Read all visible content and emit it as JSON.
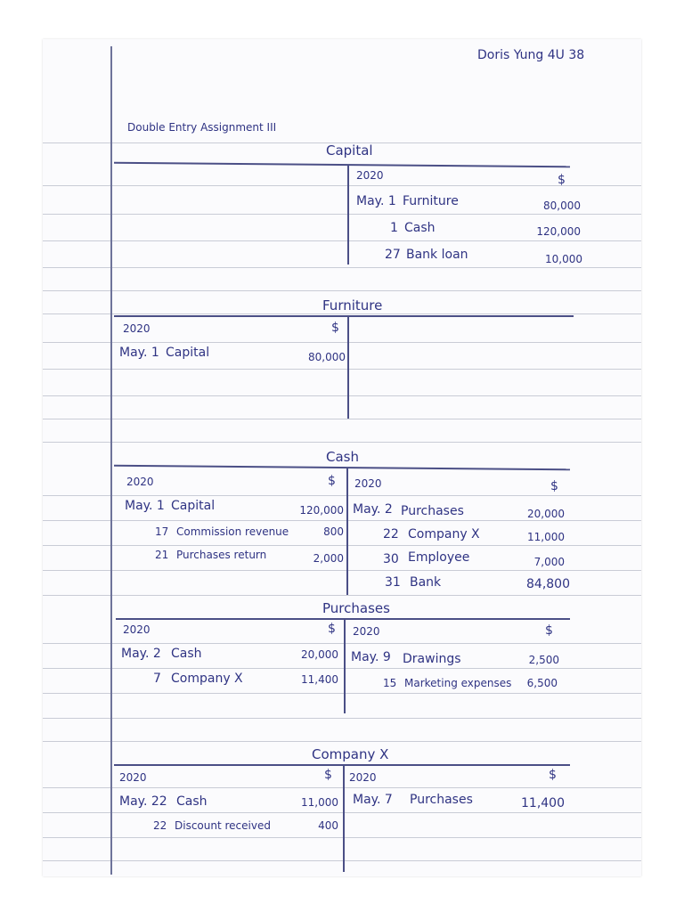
{
  "header": {
    "student": "Doris Yung 4U 38",
    "assignment": "Double Entry Assignment III"
  },
  "accounts": {
    "capital": {
      "title": "Capital",
      "credit": {
        "year": "2020",
        "currency": "$",
        "rows": [
          {
            "date": "May. 1",
            "desc": "Furniture",
            "amount": "80,000"
          },
          {
            "date": "1",
            "desc": "Cash",
            "amount": "120,000"
          },
          {
            "date": "27",
            "desc": "Bank loan",
            "amount": "10,000"
          }
        ]
      }
    },
    "furniture": {
      "title": "Furniture",
      "debit": {
        "year": "2020",
        "currency": "$",
        "rows": [
          {
            "date": "May. 1",
            "desc": "Capital",
            "amount": "80,000"
          }
        ]
      }
    },
    "cash": {
      "title": "Cash",
      "debit": {
        "year": "2020",
        "currency": "$",
        "rows": [
          {
            "date": "May. 1",
            "desc": "Capital",
            "amount": "120,000"
          },
          {
            "date": "17",
            "desc": "Commission revenue",
            "amount": "800"
          },
          {
            "date": "21",
            "desc": "Purchases return",
            "amount": "2,000"
          }
        ]
      },
      "credit": {
        "year": "2020",
        "currency": "$",
        "rows": [
          {
            "date": "May. 2",
            "desc": "Purchases",
            "amount": "20,000"
          },
          {
            "date": "22",
            "desc": "Company X",
            "amount": "11,000"
          },
          {
            "date": "30",
            "desc": "Employee",
            "amount": "7,000"
          },
          {
            "date": "31",
            "desc": "Bank",
            "amount": "84,800"
          }
        ]
      }
    },
    "purchases": {
      "title": "Purchases",
      "debit": {
        "year": "2020",
        "currency": "$",
        "rows": [
          {
            "date": "May. 2",
            "desc": "Cash",
            "amount": "20,000"
          },
          {
            "date": "7",
            "desc": "Company X",
            "amount": "11,400"
          }
        ]
      },
      "credit": {
        "year": "2020",
        "currency": "$",
        "rows": [
          {
            "date": "May. 9",
            "desc": "Drawings",
            "amount": "2,500"
          },
          {
            "date": "15",
            "desc": "Marketing expenses",
            "amount": "6,500"
          }
        ]
      }
    },
    "company_x": {
      "title": "Company X",
      "debit": {
        "year": "2020",
        "currency": "$",
        "rows": [
          {
            "date": "May. 22",
            "desc": "Cash",
            "amount": "11,000"
          },
          {
            "date": "22",
            "desc": "Discount received",
            "amount": "400"
          }
        ]
      },
      "credit": {
        "year": "2020",
        "currency": "$",
        "rows": [
          {
            "date": "May. 7",
            "desc": "Purchases",
            "amount": "11,400"
          }
        ]
      }
    }
  }
}
